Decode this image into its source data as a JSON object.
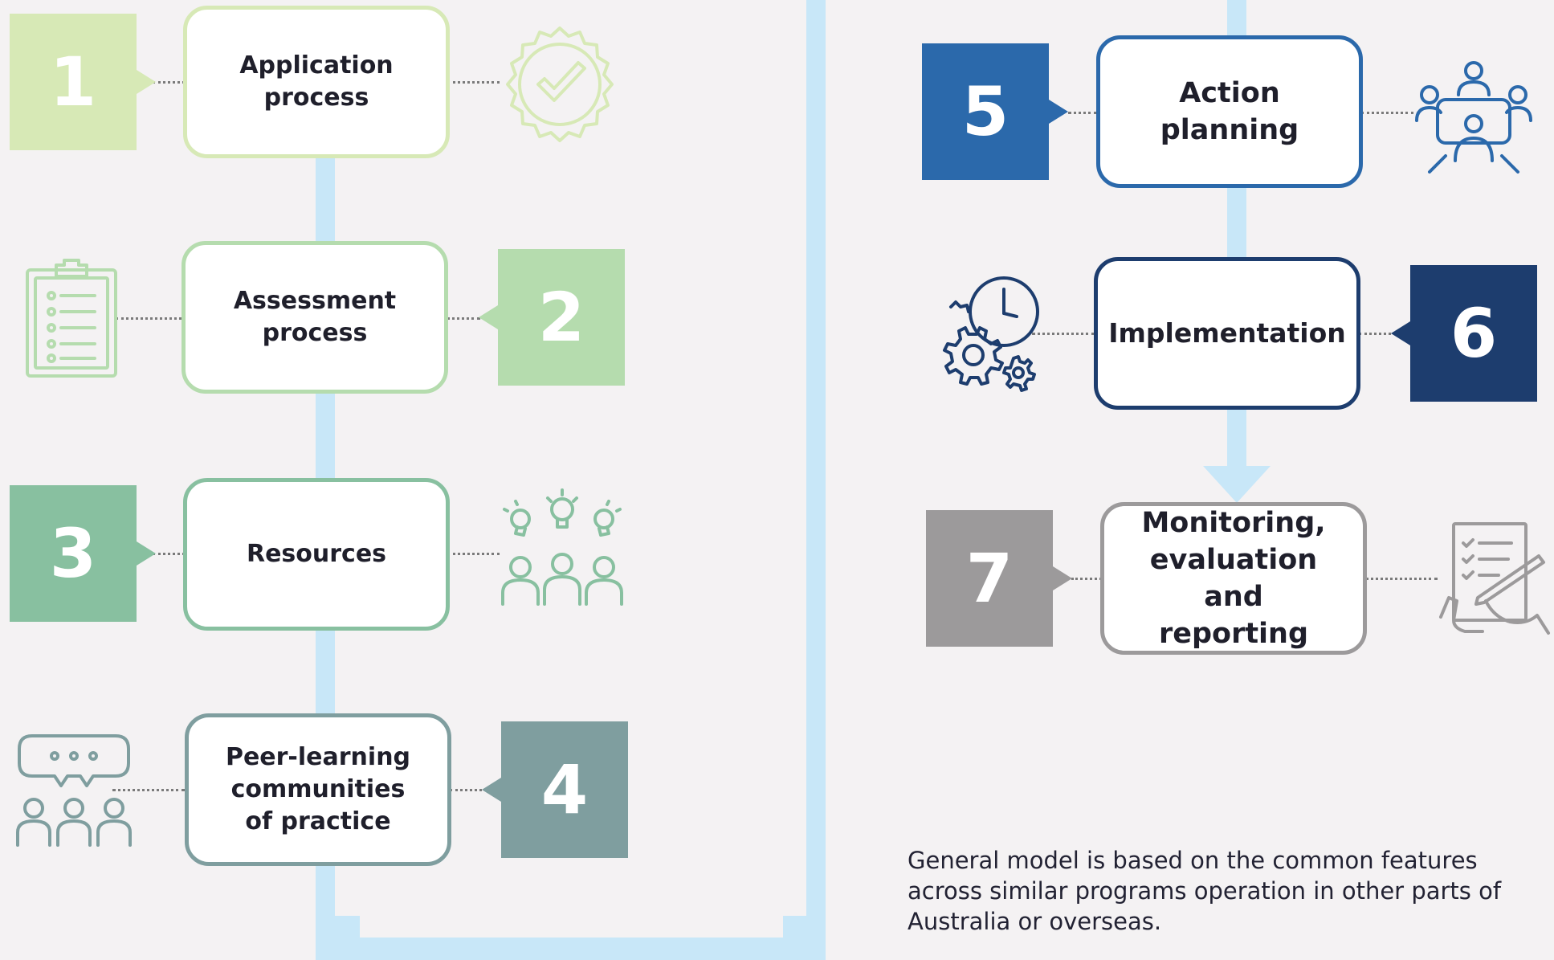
{
  "diagram": {
    "steps": [
      {
        "number": "1",
        "label": "Application\nprocess",
        "color": "#d7e9b6",
        "border": "#d7e9b6"
      },
      {
        "number": "2",
        "label": "Assessment\nprocess",
        "color": "#b5dcae",
        "border": "#b5dcae"
      },
      {
        "number": "3",
        "label": "Resources",
        "color": "#88c0a0",
        "border": "#88c0a0"
      },
      {
        "number": "4",
        "label": "Peer-learning\ncommunities\nof practice",
        "color": "#7f9e9f",
        "border": "#7f9e9f"
      },
      {
        "number": "5",
        "label": "Action\nplanning",
        "color": "#2b69ab",
        "border": "#2b69ab"
      },
      {
        "number": "6",
        "label": "Implementation",
        "color": "#1d3d6e",
        "border": "#1d3d6e"
      },
      {
        "number": "7",
        "label": "Monitoring,\nevaluation and\nreporting",
        "color": "#9c9a9b",
        "border": "#9c9a9b"
      }
    ],
    "icons": [
      "certificate-check-icon",
      "clipboard-checklist-icon",
      "lightbulb-team-icon",
      "discussion-group-icon",
      "meeting-table-icon",
      "gears-clock-icon",
      "signing-document-icon"
    ],
    "flow_color": "#c8e7f8"
  },
  "footnote": "General model is based on the common features across similar programs operation in other parts of Australia or overseas."
}
